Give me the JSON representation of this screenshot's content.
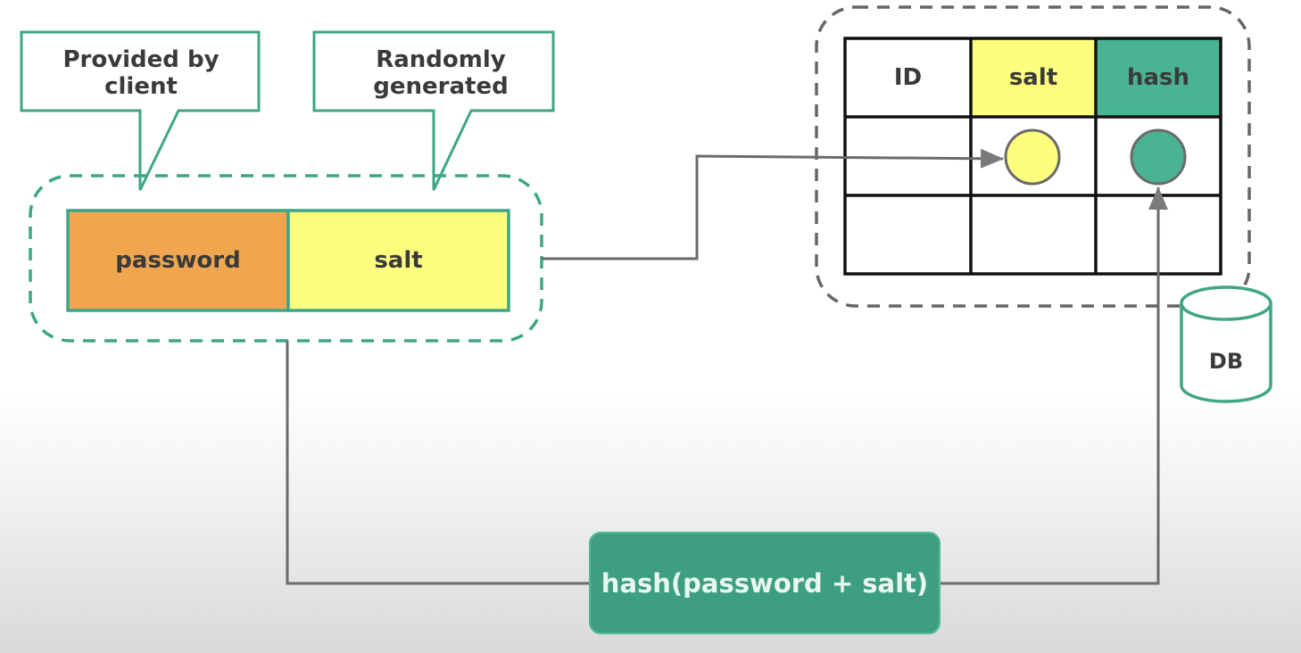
{
  "callouts": {
    "client": "Provided by client",
    "random": "Randomly generated"
  },
  "input": {
    "password": "password",
    "salt": "salt"
  },
  "table": {
    "headers": [
      "ID",
      "salt",
      "hash"
    ]
  },
  "db_label": "DB",
  "hash_function": "hash(password + salt)",
  "colors": {
    "teal_stroke": "#3fa587",
    "teal_fill": "#3e9e82",
    "hash_cell": "#4ab393",
    "password": "#f0a64f",
    "salt": "#fdfd7e",
    "arrow": "#6a6a6a",
    "dashed_db": "#666666"
  }
}
